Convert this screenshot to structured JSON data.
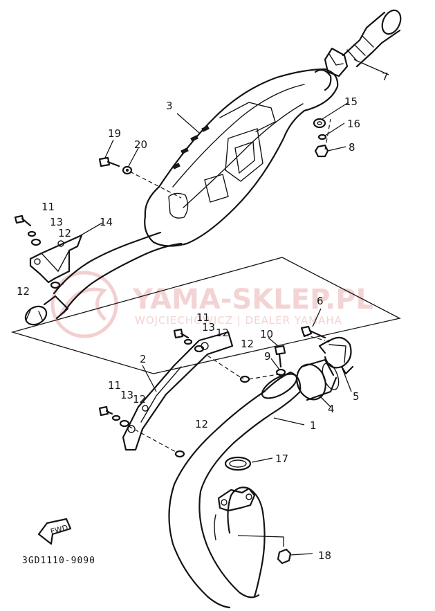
{
  "watermark": {
    "title": "YAMA-SKLEP.PL",
    "subtitle": "WOJCIECHOWICZ | DEALER YAMAHA",
    "color": "#f3d3d3"
  },
  "diagram_code": "3GD1110-9090",
  "fwd_label": "FWD",
  "callouts": {
    "c1": "1",
    "c2": "2",
    "c3": "3",
    "c4": "4",
    "c5": "5",
    "c6": "6",
    "c7": "7",
    "c8": "8",
    "c9": "9",
    "c10": "10",
    "c11a": "11",
    "c11b": "11",
    "c11c": "11",
    "c12a": "12",
    "c12b": "12",
    "c12c": "12",
    "c12d": "12",
    "c12e": "12",
    "c12f": "12",
    "c13a": "13",
    "c13b": "13",
    "c13c": "13",
    "c14": "14",
    "c15": "15",
    "c16": "16",
    "c17": "17",
    "c18": "18",
    "c19": "19",
    "c20": "20"
  }
}
